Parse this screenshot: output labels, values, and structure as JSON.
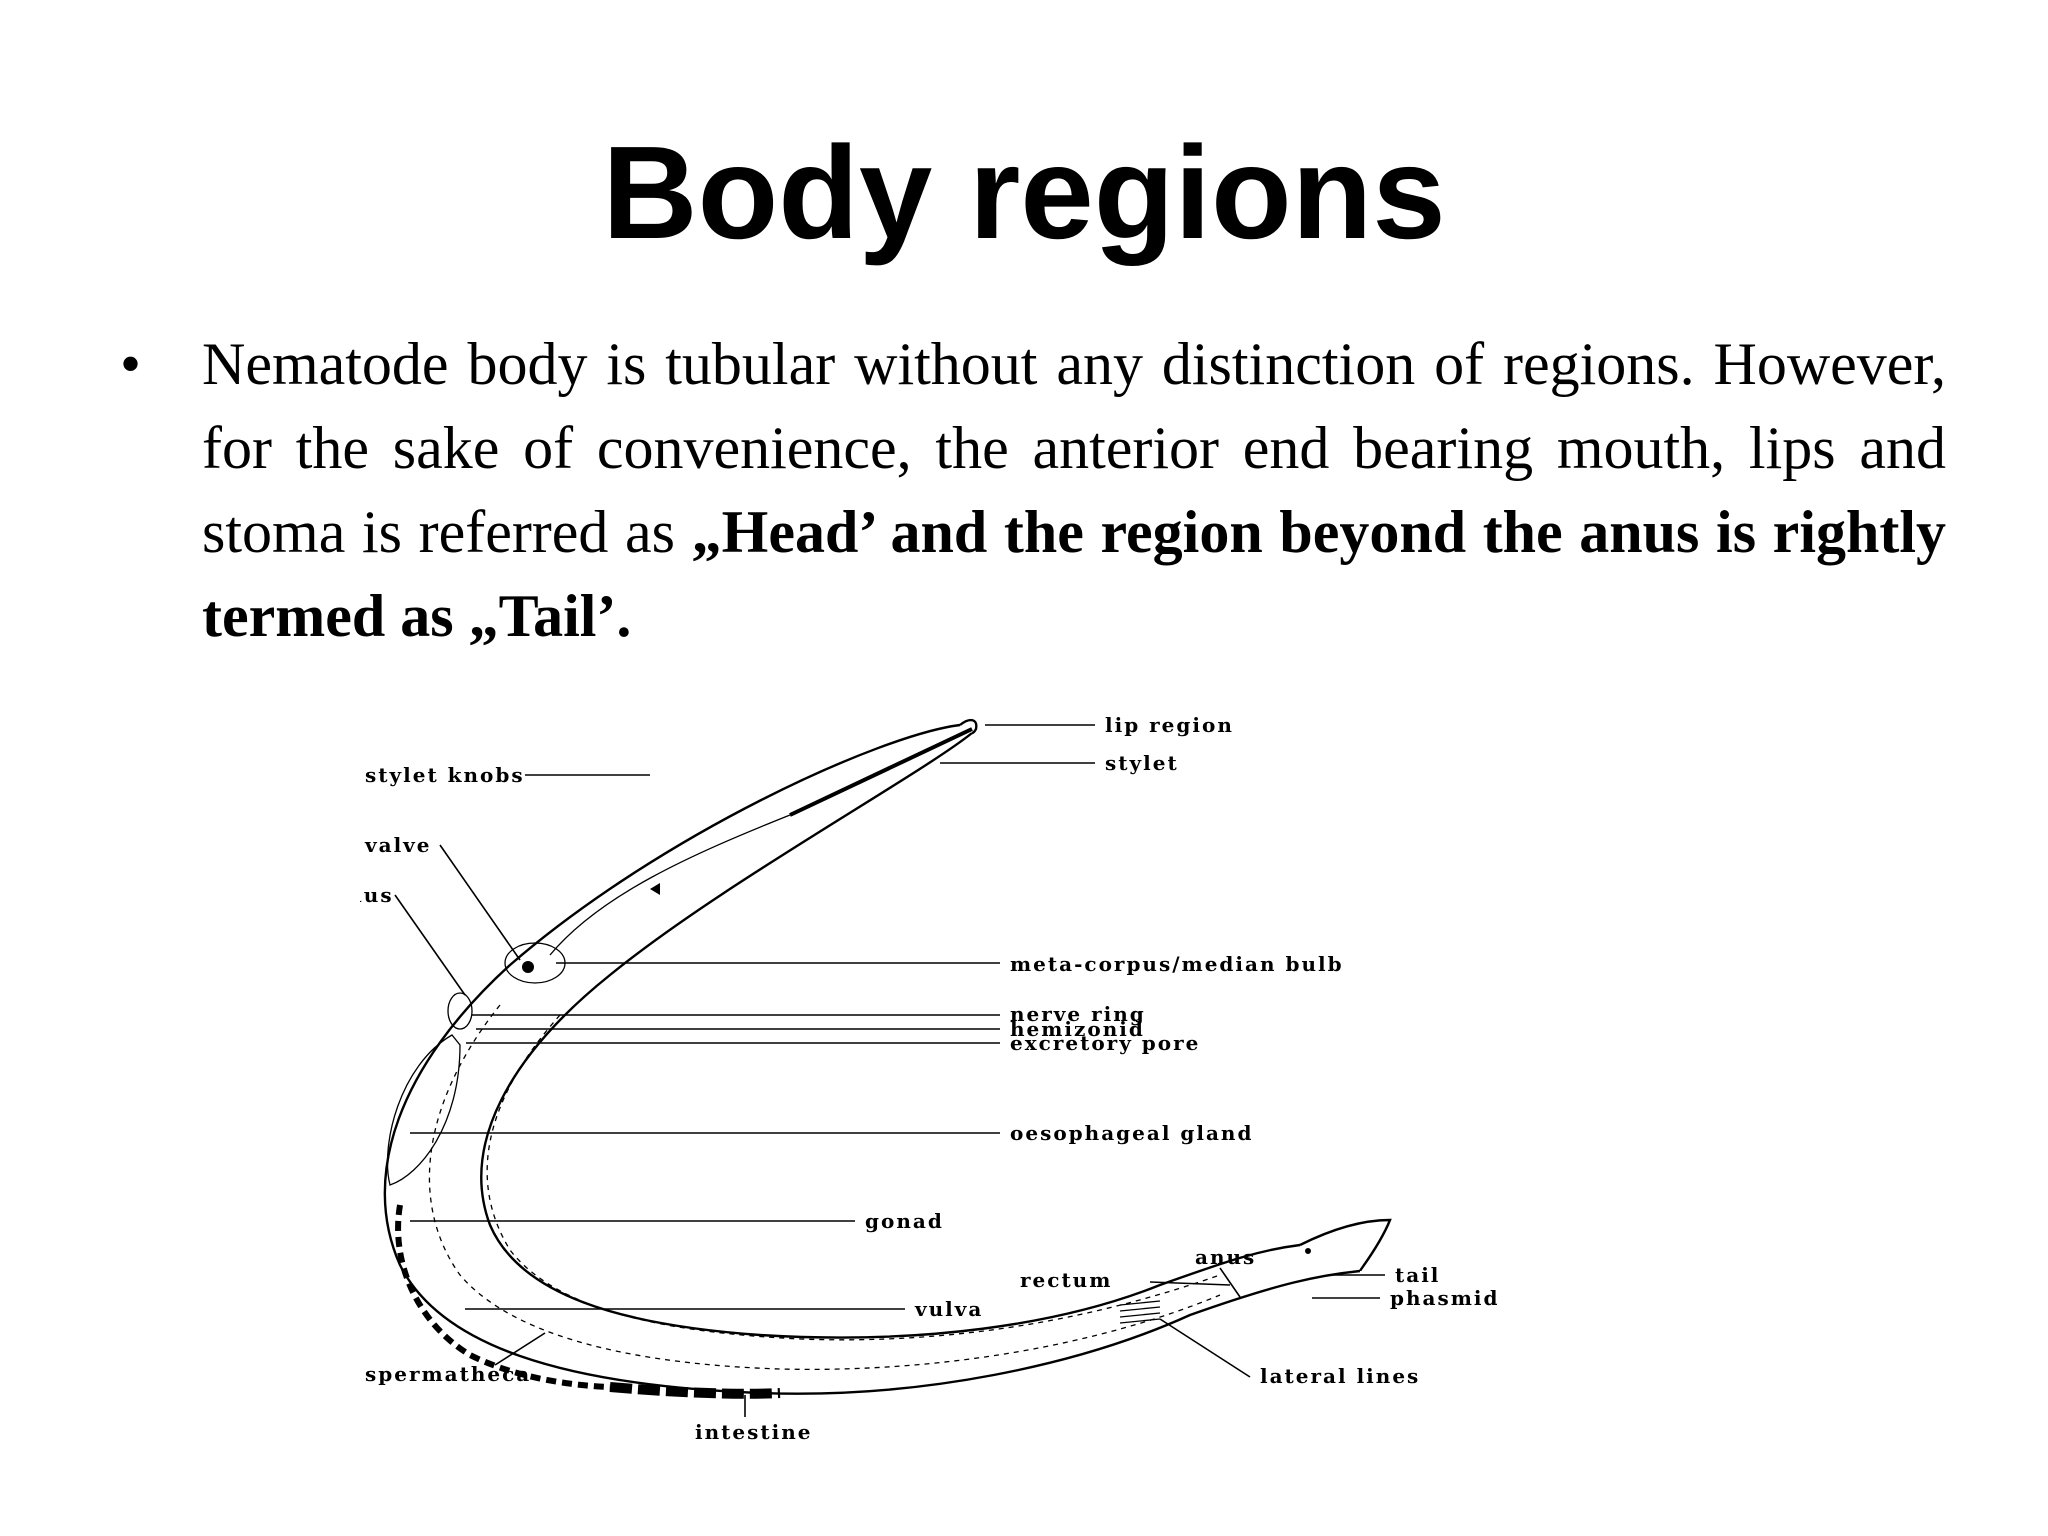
{
  "title": "Body regions",
  "bullet": {
    "marker": "•",
    "text_normal": "Nematode body is tubular without any distinction of regions. However, for the sake of convenience, the anterior end bearing mouth, lips and stoma is referred as ",
    "text_bold": "„Head’ and the region beyond the anus is rightly termed as „Tail’."
  },
  "diagram": {
    "labels": {
      "lip_region": "lip region",
      "stylet": "stylet",
      "stylet_knobs": "stylet knobs",
      "valve": "valve",
      "meta_corpus": "meta-corpus/median bulb",
      "isthmus": "isthmus",
      "nerve_ring": "nerve ring",
      "hemizonid": "hemizonid",
      "excretory_pore": "excretory pore",
      "oesophageal_gland": "oesophageal gland",
      "gonad": "gonad",
      "vulva": "vulva",
      "anus": "anus",
      "rectum": "rectum",
      "tail": "tail",
      "phasmid": "phasmid",
      "spermatheca": "spermatheca",
      "lateral_lines": "lateral lines",
      "intestine": "intestine"
    }
  }
}
